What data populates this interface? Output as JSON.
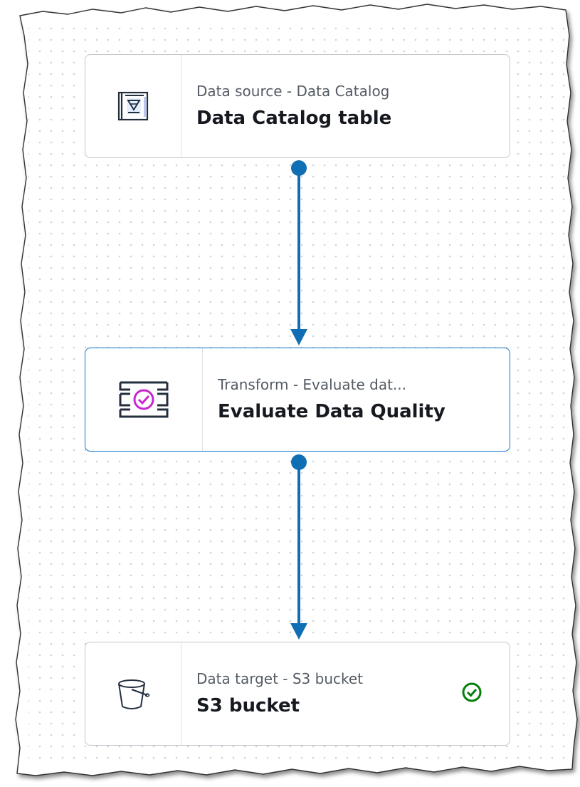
{
  "nodes": [
    {
      "subtitle": "Data source - Data Catalog",
      "title": "Data Catalog table",
      "icon": "data-catalog-table-icon"
    },
    {
      "subtitle": "Transform - Evaluate dat...",
      "title": "Evaluate Data Quality",
      "icon": "evaluate-data-quality-icon",
      "selected": true
    },
    {
      "subtitle": "Data target - S3 bucket",
      "title": "S3 bucket",
      "icon": "s3-bucket-icon",
      "status_icon": "success-check-icon"
    }
  ],
  "colors": {
    "edge": "#0f6eb4",
    "selected_border": "#0972d3",
    "transform_accent": "#c925d1",
    "success": "#037f0c"
  }
}
